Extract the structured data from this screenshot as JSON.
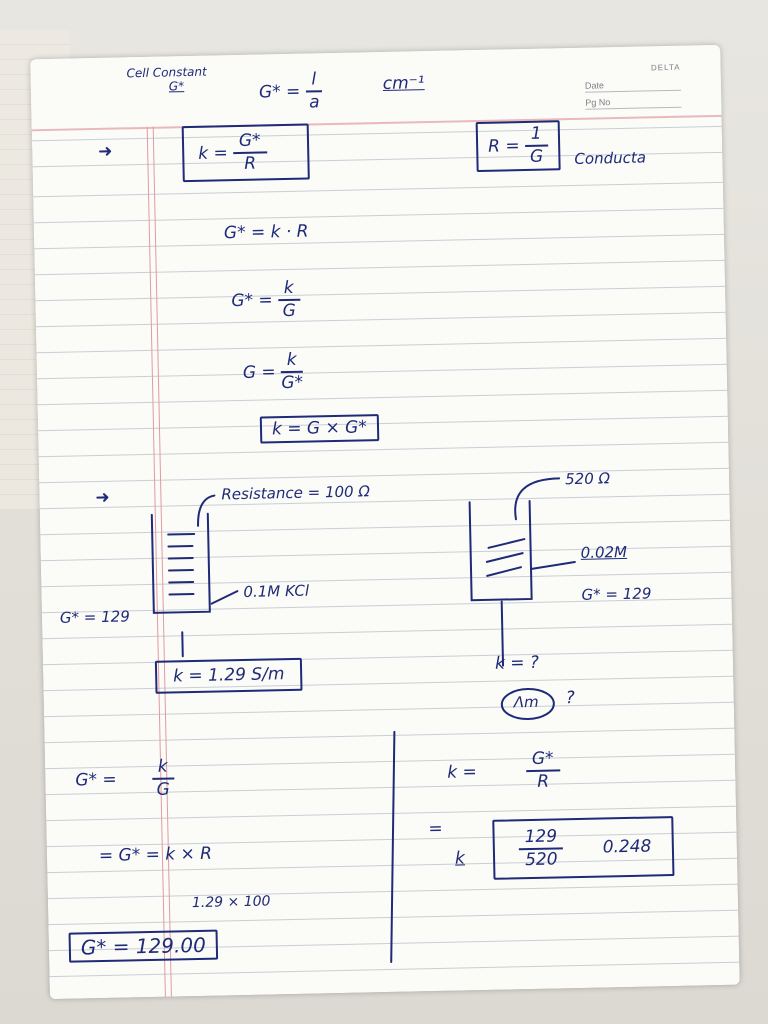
{
  "header": {
    "title": "Cell Constant",
    "title_symbol": "G*",
    "definition_lhs": "G* =",
    "definition_num": "l",
    "definition_den": "a",
    "definition_unit": "cm⁻¹"
  },
  "date_box": {
    "brand": "DELTA",
    "date_label": "Date",
    "page_label": "Pg No"
  },
  "arrow_glyph": "➜",
  "top_formulas": {
    "boxed_k_lhs": "k =",
    "boxed_k_num": "G*",
    "boxed_k_den": "R",
    "boxed_r_lhs": "R =",
    "boxed_r_num": "1",
    "boxed_r_den": "G",
    "conductance_label": "Conducta",
    "line1": "G* = k · R",
    "line2_lhs": "G* =",
    "line2_num": "k",
    "line2_den": "G",
    "line3_lhs": "G =",
    "line3_num": "k",
    "line3_den": "G*",
    "boxed_result": "k = G × G*"
  },
  "example": {
    "resistance_label": "Resistance = 100 Ω",
    "solution_label": "0.1M KCl",
    "cell_constant_given": "G* = 129",
    "result_box": "k = 1.29 S/m",
    "right_resistance": "520 Ω",
    "right_conc": "0.02M",
    "right_cell_constant": "G* = 129",
    "unknown_k": "k = ?",
    "unknown_lambda": "Λm",
    "unknown_q": "?"
  },
  "calc_left": {
    "line1_lhs": "G* =",
    "line1_num": "k",
    "line1_den": "G",
    "line2": "= G* = k × R",
    "line3": "1.29 × 100",
    "final_box": "G* = 129.00"
  },
  "calc_right": {
    "line1_lhs": "k =",
    "line1_num": "G*",
    "line1_den": "R",
    "eq_sign": "=",
    "k_label": "k",
    "frac_num": "129",
    "frac_den": "520",
    "value": "0.248"
  }
}
